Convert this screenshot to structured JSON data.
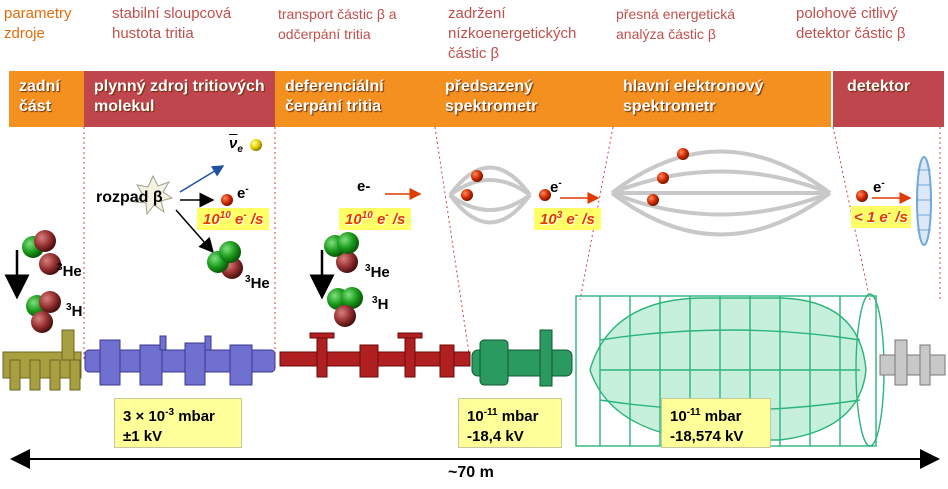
{
  "top_labels": [
    {
      "text": "parametry zdroje",
      "color": "#e36c0a"
    },
    {
      "text": "stabilní sloupcová hustota tritia",
      "color": "#c0504d"
    },
    {
      "text": "transport částic β a odčerpání tritia",
      "color": "#c0504d"
    },
    {
      "text": "zadržení nízkoenergetických částic β",
      "color": "#c0504d"
    },
    {
      "text": "přesná energetická analýza částic β",
      "color": "#c0504d"
    },
    {
      "text": "polohově citlivý detektor částic β",
      "color": "#c0504d"
    }
  ],
  "sections": [
    {
      "label": "zadní část",
      "color": "#f39020"
    },
    {
      "label": "plynný zdroj tritiových molekul",
      "color": "#c0464d"
    },
    {
      "label": "deferenciální čerpání tritia",
      "color": "#f39020"
    },
    {
      "label": "předsazený spektrometr",
      "color": "#f39020"
    },
    {
      "label": "hlavní elektronový spektrometr",
      "color": "#f39020"
    },
    {
      "label": "detektor",
      "color": "#c0464d"
    }
  ],
  "labels": {
    "decay": "rozpad β",
    "nu": "ν",
    "nu_sub": "e",
    "e": "e",
    "e_sup": "-",
    "e_alt": "e-",
    "he3": "He",
    "h3": "H",
    "mass3": "3"
  },
  "rates": {
    "r1_base": "10",
    "r1_exp": "10",
    "r1_unit": " e",
    "r1_tail": " /s",
    "r2_base": "10",
    "r2_exp": "10",
    "r2_unit": " e",
    "r2_tail": " /s",
    "r3_base": "10",
    "r3_exp": "3",
    "r3_unit": " e",
    "r3_tail": " /s",
    "r4_text": "< 1 e",
    "r4_tail": " /s"
  },
  "boxes": {
    "b1_line1": "3 × 10",
    "b1_exp": "-3",
    "b1_unit": " mbar",
    "b1_line2": "±1 kV",
    "b2_base": "10",
    "b2_exp": "-11",
    "b2_unit": " mbar",
    "b2_line2": "-18,4 kV",
    "b3_base": "10",
    "b3_exp": "-11",
    "b3_unit": " mbar",
    "b3_line2": "-18,574 kV"
  },
  "length": "~70 m",
  "colors": {
    "orange": "#f39020",
    "red_band": "#c0464d",
    "rear": "#a8a040",
    "source": "#6a6ac8",
    "pumping": "#b02020",
    "spectrometer": "#2bb57a",
    "detector_ring": "#6fa8dc",
    "electron": "#d42a00"
  }
}
